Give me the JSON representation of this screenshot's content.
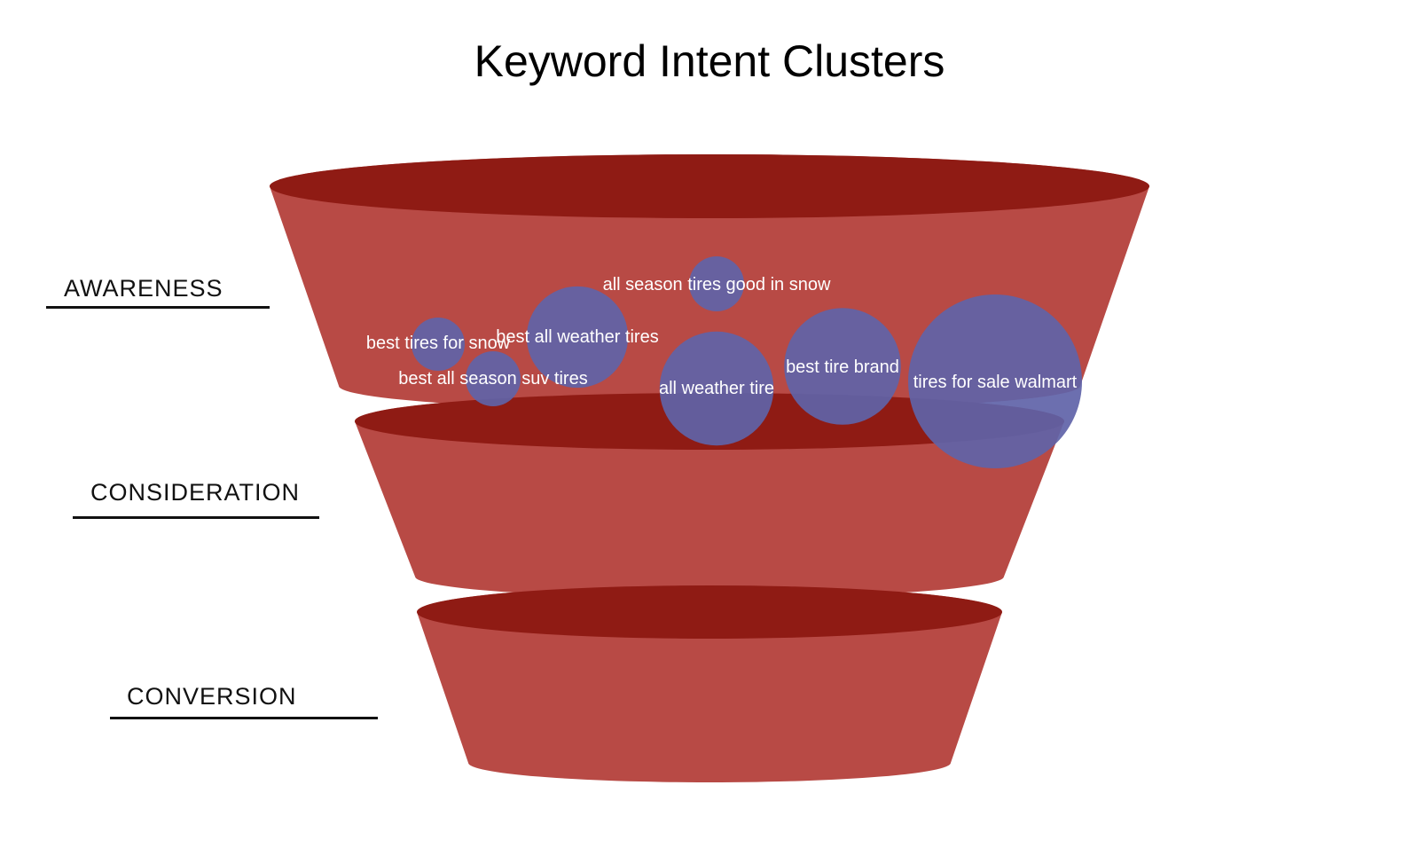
{
  "chart_data": {
    "type": "funnel",
    "title": "Keyword Intent Clusters",
    "stages": [
      "AWARENESS",
      "CONSIDERATION",
      "CONVERSION"
    ],
    "funnel_color": "#b84a45",
    "funnel_rim_color": "#8f1b14",
    "bubble_color": "#6063a8",
    "bubbles": [
      {
        "label": "all season tires good in snow",
        "size": 1.0
      },
      {
        "label": "best tires for snow",
        "size": 0.9
      },
      {
        "label": "best all weather tires",
        "size": 3.4
      },
      {
        "label": "best all season suv tires",
        "size": 1.0
      },
      {
        "label": "all weather tire",
        "size": 4.3
      },
      {
        "label": "best tire brand",
        "size": 4.5
      },
      {
        "label": "tires for sale walmart",
        "size": 10.0
      }
    ]
  }
}
